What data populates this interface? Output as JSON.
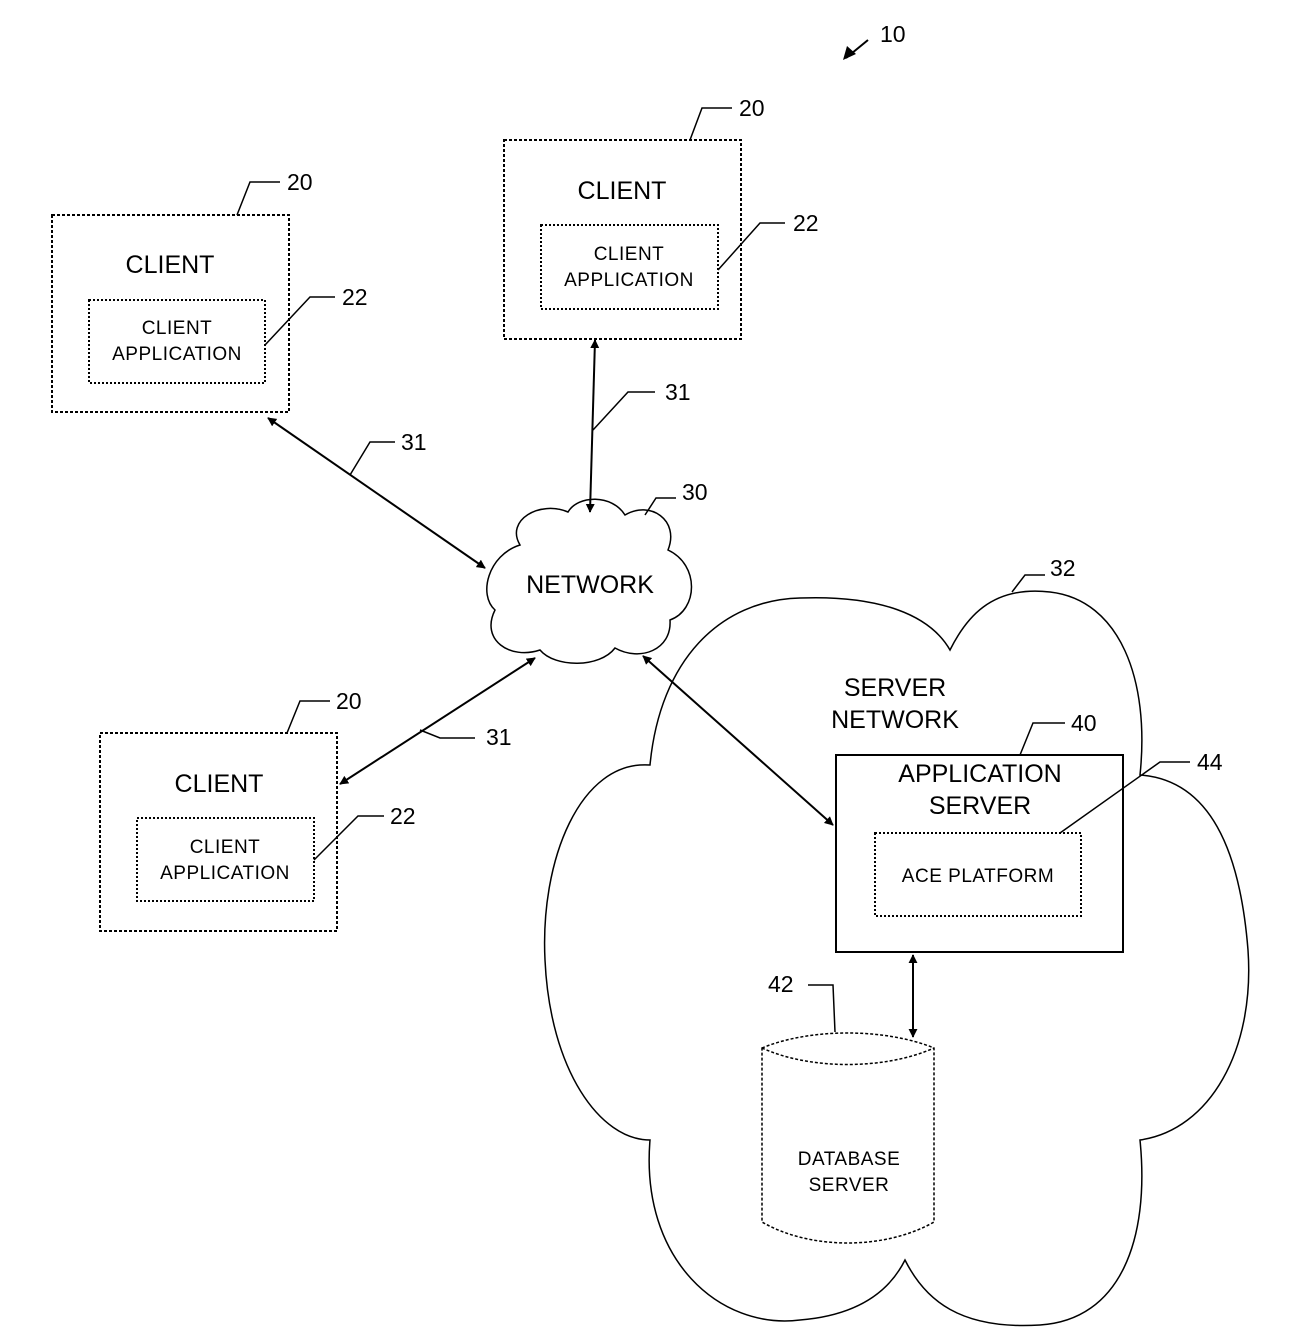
{
  "figure_ref": "10",
  "clients": [
    {
      "ref": "20",
      "label": "CLIENT",
      "app_ref": "22",
      "app_line1": "CLIENT",
      "app_line2": "APPLICATION"
    },
    {
      "ref": "20",
      "label": "CLIENT",
      "app_ref": "22",
      "app_line1": "CLIENT",
      "app_line2": "APPLICATION"
    },
    {
      "ref": "20",
      "label": "CLIENT",
      "app_ref": "22",
      "app_line1": "CLIENT",
      "app_line2": "APPLICATION"
    }
  ],
  "links": [
    {
      "ref": "31"
    },
    {
      "ref": "31"
    },
    {
      "ref": "31"
    }
  ],
  "network": {
    "ref": "30",
    "label": "NETWORK"
  },
  "server_network": {
    "ref": "32",
    "line1": "SERVER",
    "line2": "NETWORK"
  },
  "app_server": {
    "ref": "40",
    "line1": "APPLICATION",
    "line2": "SERVER"
  },
  "ace_platform": {
    "ref": "44",
    "label": "ACE PLATFORM"
  },
  "database": {
    "ref": "42",
    "line1": "DATABASE",
    "line2": "SERVER"
  }
}
